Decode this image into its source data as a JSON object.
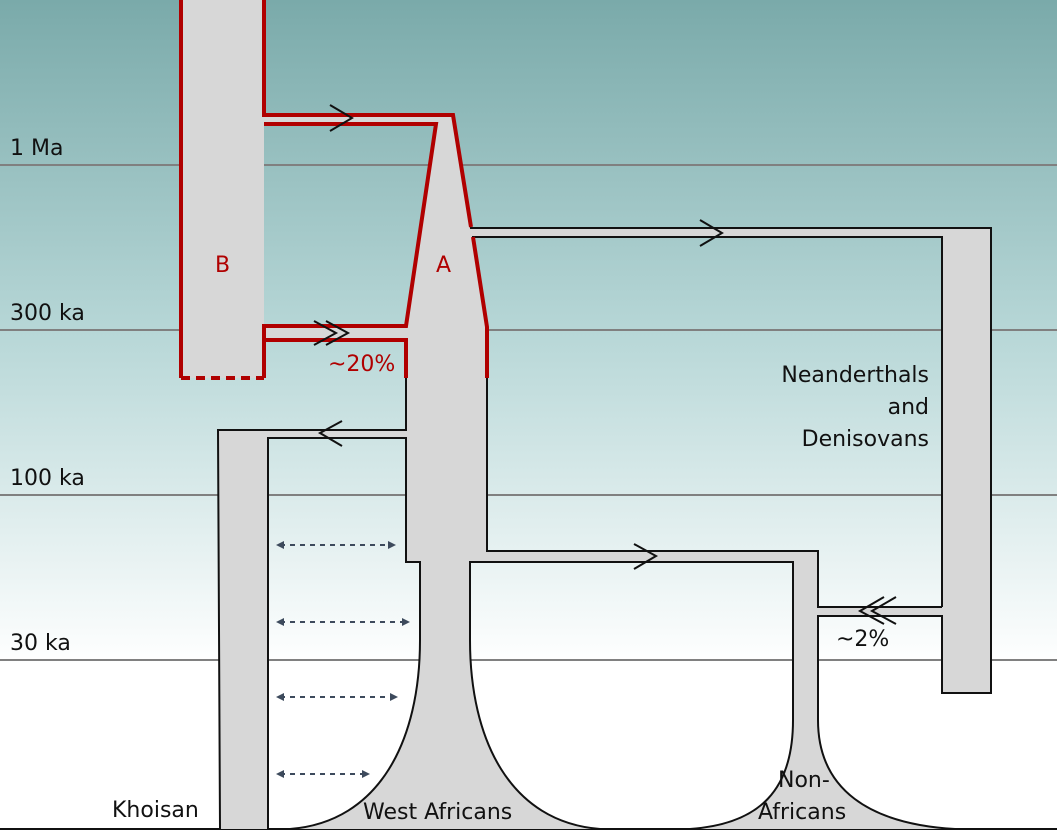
{
  "time_axis": [
    "1 Ma",
    "300 ka",
    "100 ka",
    "30 ka"
  ],
  "populations": {
    "b": "B",
    "a": "A",
    "neanderthals": [
      "Neanderthals",
      "and",
      "Denisovans"
    ],
    "khoisan": "Khoisan",
    "west_africans": "West Africans",
    "non_africans": [
      "Non-",
      "Africans"
    ]
  },
  "admixture": {
    "b_to_a": "~20%",
    "archaic_to_non_africans": "~2%"
  },
  "colors": {
    "bg_top": "#7aaaaa",
    "bg_bottom": "#ffffff",
    "population_fill": "#d7d7d7",
    "red": "#b00000"
  }
}
